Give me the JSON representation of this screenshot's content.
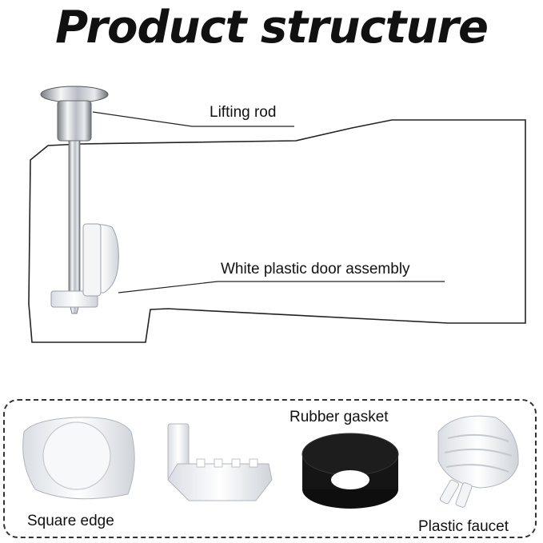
{
  "title": "Product structure",
  "callouts": {
    "lifting_rod": "Lifting rod",
    "door_assembly": "White plastic door assembly"
  },
  "parts": [
    {
      "label": "Square edge"
    },
    {
      "label": ""
    },
    {
      "label": "Rubber gasket"
    },
    {
      "label": "Plastic faucet"
    }
  ]
}
